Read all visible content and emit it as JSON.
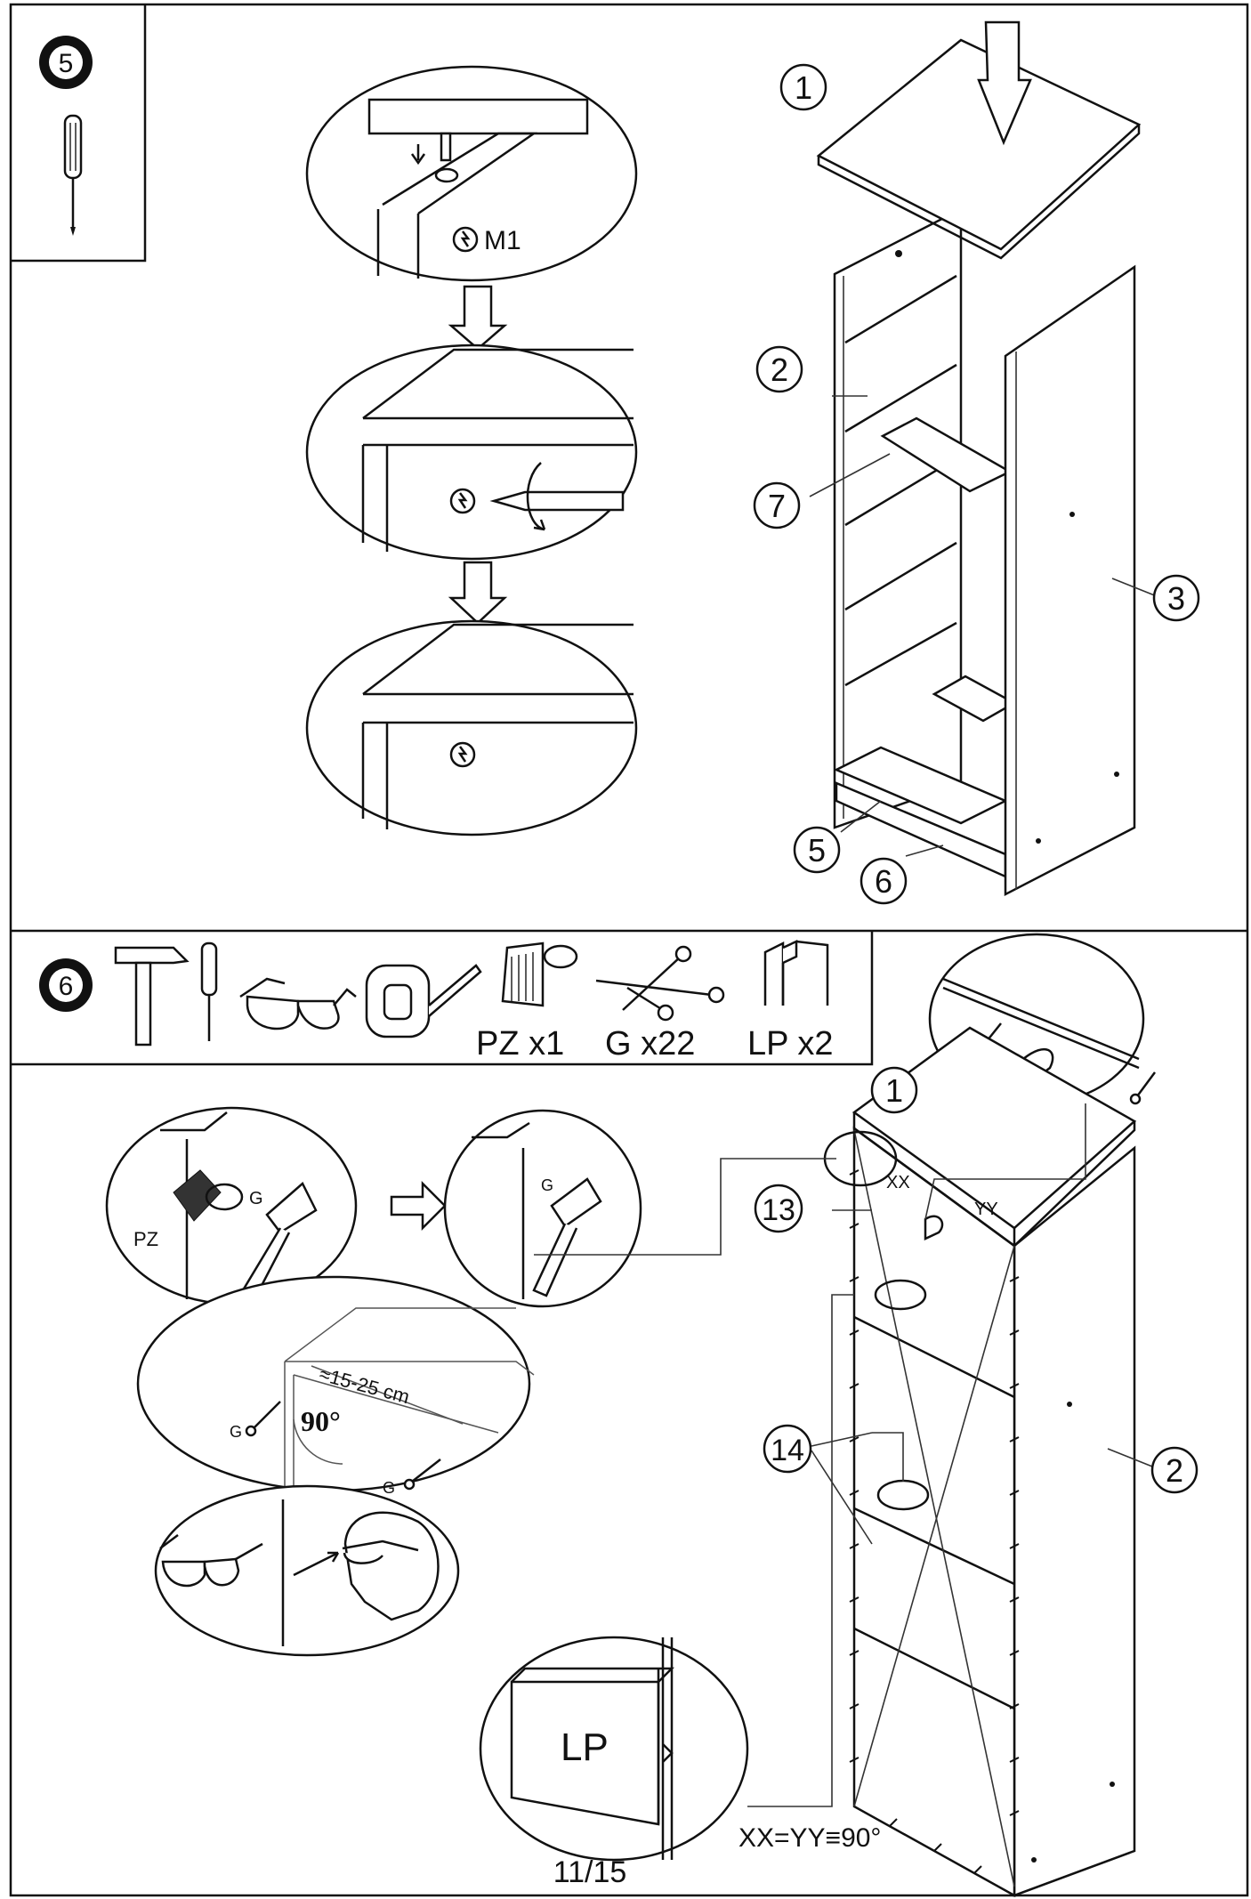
{
  "step5": {
    "number": "5",
    "fitting_label": "M1",
    "part_labels": [
      "1",
      "2",
      "3",
      "5",
      "6",
      "7"
    ]
  },
  "step6": {
    "number": "6",
    "tool_labels": {
      "pz": "PZ x1",
      "g": "G x22",
      "lp": "LP x2"
    },
    "detail_labels": {
      "pz": "PZ",
      "g": "G",
      "dimension": "≈15-25 cm",
      "angle": "90°",
      "lp": "LP"
    },
    "diagonals": {
      "xx": "XX",
      "yy": "YY",
      "equation": "XX=YY≡90°"
    },
    "part_labels": [
      "1",
      "2",
      "13",
      "14"
    ]
  },
  "page_number": "11/15",
  "icons": [
    "screwdriver-icon",
    "hammer-icon",
    "safety-glasses-icon",
    "tape-measure-icon",
    "nail-punch-icon",
    "nails-icon",
    "connector-clip-icon",
    "cam-lock-icon",
    "arrow-down-icon"
  ]
}
